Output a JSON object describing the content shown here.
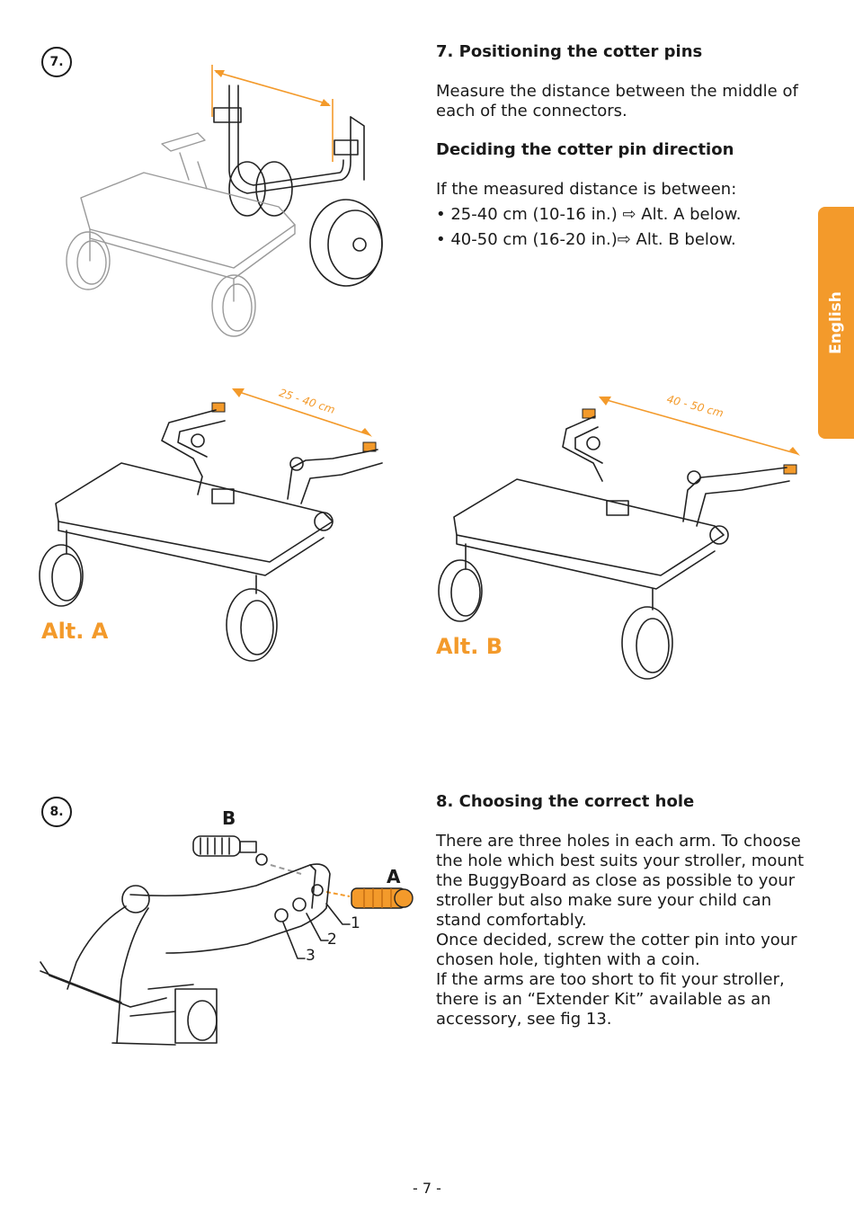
{
  "steps": {
    "step7": {
      "badge": "7.",
      "heading": "7. Positioning the cotter pins",
      "intro_lines": [
        "Measure the distance between the middle of",
        "each of the connectors."
      ],
      "subheading": "Deciding the cotter pin direction",
      "condition": "If the measured distance is between:",
      "bullets": [
        {
          "range": "• 25-40 cm (10-16 in.)",
          "arrow": "⇨",
          "target": "Alt. A below."
        },
        {
          "range": "• 40-50 cm (16-20 in.)",
          "arrow": "⇨",
          "target": "Alt. B below."
        }
      ]
    },
    "alt_a": {
      "label": "Alt. A",
      "dimension": "25 - 40 cm"
    },
    "alt_b": {
      "label": "Alt. B",
      "dimension": "40 - 50 cm"
    },
    "step8": {
      "badge": "8.",
      "heading": "8. Choosing the correct hole",
      "body_lines": [
        "There are three holes in each arm. To choose",
        "the hole which best suits your stroller, mount",
        "the BuggyBoard as close as possible to your",
        "stroller but also make sure your child can",
        "stand comfortably.",
        "Once decided, screw the cotter pin into your",
        "chosen hole, tighten with a coin.",
        "If the arms are too short to fit your stroller,",
        "there is an “Extender Kit” available as an",
        "accessory, see fig 13."
      ],
      "callouts": {
        "pin_b": "B",
        "pin_a": "A",
        "hole_1": "1",
        "hole_2": "2",
        "hole_3": "3"
      }
    }
  },
  "sidebar": {
    "language_tab": "English"
  },
  "footer": {
    "page_number": "- 7 -"
  },
  "colors": {
    "accent": "#f39a2b",
    "text": "#1a1a1a",
    "line_art": "#222222"
  },
  "icons": {
    "arrow": "right-arrow-icon"
  }
}
